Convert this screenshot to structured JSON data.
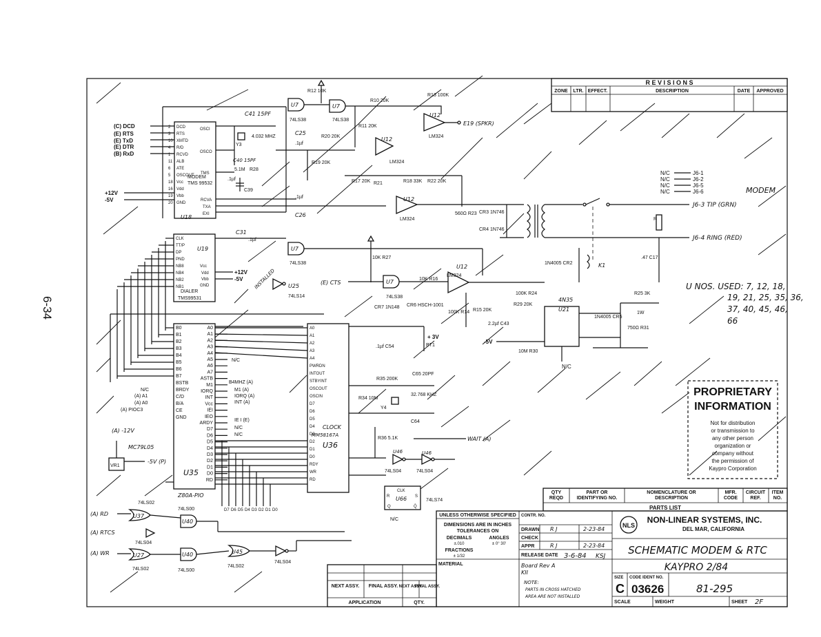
{
  "page_number": "6-34",
  "revisions": {
    "title": "R E V I S I O N S",
    "headers": [
      "ZONE",
      "LTR.",
      "EFFECT.",
      "DESCRIPTION",
      "DATE",
      "APPROVED"
    ]
  },
  "parts_list": {
    "title": "PARTS LIST",
    "headers": [
      "QTY\nREQD",
      "PART OR\nIDENTIFYING NO.",
      "NOMENCLATURE OR\nDESCRIPTION",
      "MFR.\nCODE",
      "CIRCUIT\nREF.",
      "ITEM\nNO."
    ]
  },
  "title_block": {
    "company": "NON-LINEAR SYSTEMS, INC.",
    "location": "DEL MAR, CALIFORNIA",
    "logo_text": "NLS",
    "spec_header": "UNLESS OTHERWISE SPECIFIED",
    "dim_note": "DIMENSIONS ARE IN INCHES",
    "tol_note": "TOLERANCES ON",
    "decimals_label": "DECIMALS",
    "decimals_value": "±.010",
    "angles_label": "ANGLES",
    "angles_value": "± 0° 30'",
    "fractions_label": "FRACTIONS",
    "fractions_value": "± 1/32",
    "material_label": "MATERIAL",
    "contr_label": "CONTR.\nNO.",
    "drawn_label": "DRAWN",
    "drawn_by": "R J",
    "drawn_date": "2-23-84",
    "check_label": "CHECK",
    "appr_label": "APPR",
    "appr_by": "R J",
    "appr_date": "2-23-84",
    "release_label": "RELEASE DATE",
    "release_date": "3-6-84",
    "release_init": "KSJ",
    "drawing_title": "SCHEMATIC MODEM & RTC",
    "product": "KAYPRO 2/84",
    "size_label": "SIZE",
    "size": "C",
    "code_ident_label": "CODE IDENT NO.",
    "code_ident": "03626",
    "drawing_no": "81-295",
    "scale_label": "SCALE",
    "weight_label": "WEIGHT",
    "sheet_label": "SHEET",
    "sheet_value": "2F",
    "board_note": "Board Rev A",
    "board_sub": "KII",
    "note_label": "NOTE:",
    "note_line1": "PARTS IN CROSS HATCHED",
    "note_line2": "AREA ARE NOT INSTALLED"
  },
  "application_block": {
    "next_assy": "NEXT\nASSY.",
    "final_assy": "FINAL\nASSY.",
    "next2": "NEXT\nASSY.",
    "final2": "FINAL\nASSY.",
    "application": "APPLICATION",
    "qty": "QTY."
  },
  "proprietary": {
    "title1": "PROPRIETARY",
    "title2": "INFORMATION",
    "lines": [
      "Not for distribution",
      "or transmission to",
      "any other person",
      "organization or",
      "company without",
      "the permission of",
      "Kaypro Corporation"
    ]
  },
  "unused_note": {
    "line1": "U NOS. USED: 7, 12, 18,",
    "line2": "19, 21, 25, 35, 36,",
    "line3": "37, 40, 45, 46,",
    "line4": "66"
  },
  "modem_connector": {
    "title": "MODEM",
    "pins": [
      {
        "nc": "N/C",
        "pin": "J6-1"
      },
      {
        "nc": "N/C",
        "pin": "J6-2"
      },
      {
        "nc": "N/C",
        "pin": "J6-5"
      },
      {
        "nc": "N/C",
        "pin": "J6-6"
      }
    ],
    "tip": "J6-3   TIP (GRN)",
    "ring": "J6-4   RING (RED)"
  },
  "chips": {
    "u18": {
      "ref": "U18",
      "part": "TMS 99532",
      "sub": "MODEM",
      "left_pins": [
        "DCD",
        "RTS",
        "XMTD",
        "R/D",
        "RCVD",
        "ALB",
        "ATE",
        "OSCOUT",
        "Vcc",
        "Vdd",
        "Vbb",
        "GND"
      ],
      "left_nums": [
        "2",
        "3",
        "10",
        "4",
        "1",
        "11",
        "6",
        "5",
        "18",
        "16",
        "19",
        "20"
      ],
      "right_pins": [
        "OSCI",
        "OSCO",
        "TMS",
        "RCVA",
        "TXA",
        "EXI"
      ]
    },
    "u19": {
      "ref": "U19",
      "part": "TMS99531",
      "sub": "DIALER",
      "left_pins": [
        "CLK",
        "TT/P",
        "DP",
        "PND",
        "NB8",
        "NB4",
        "NB2",
        "NB1"
      ],
      "right_pins": [
        "Vcc",
        "Vdd",
        "Vbb",
        "GND"
      ]
    },
    "u35": {
      "ref": "U35",
      "part": "Z80A-PIO",
      "left_pins": [
        "B0",
        "B1",
        "B2",
        "B3",
        "B4",
        "B5",
        "B6",
        "B7",
        "BSTB",
        "BRDY",
        "C/D",
        "B/A",
        "CE",
        "GND"
      ],
      "right_pins": [
        "A0",
        "A1",
        "A2",
        "A3",
        "A4",
        "A5",
        "A6",
        "A7",
        "ASTB",
        "M1",
        "IORQ",
        "INT",
        "Vcc",
        "IEI",
        "IEO",
        "ARDY",
        "D7",
        "D6",
        "D5",
        "D4",
        "D3",
        "D2",
        "D1",
        "D0",
        "RD"
      ]
    },
    "u36": {
      "ref": "U36",
      "part": "MM58167A",
      "sub": "CLOCK",
      "left_pins": [
        "A0",
        "A1",
        "A2",
        "A3",
        "A4",
        "PWRDN",
        "INTOUT",
        "STBYINT",
        "OSCOUT",
        "OSCIN",
        "D7",
        "D6",
        "D5",
        "D4",
        "D3",
        "D2",
        "D1",
        "D0",
        "RDY",
        "WR",
        "RD"
      ]
    },
    "u21": {
      "ref": "U21",
      "part": "4N35"
    },
    "u66": {
      "ref": "U66",
      "pins": [
        "CLK",
        "R",
        "S",
        "Q",
        "Q̄"
      ]
    }
  },
  "labels": {
    "u7a": "74LS38",
    "u7b": "74LS38",
    "u7c": "74LS38",
    "u7d": "74LS38",
    "u12a": "LM324",
    "u12b": "LM324",
    "u12c": "LM324",
    "u12d": "LM324",
    "u25": "U25",
    "u25_part": "74LS14",
    "u37": "U37",
    "u37_part": "74LS02",
    "u40a": "U40",
    "u40b": "U40",
    "u40_part": "74LS00",
    "u27": "U27",
    "u27_part": "74LS02",
    "u45": "U45",
    "u45_part": "74LS02",
    "u46": "U46",
    "u46_part": "74LS04",
    "u66_part": "74LS74",
    "vr1": "VR1",
    "vr1_part": "MC79L05",
    "installed": "INSTALLED",
    "xtal1": "4.032 MHZ",
    "xtal2": "32.768 KHZ",
    "spkr": "E19  (SPKR)",
    "cts": "(E)  CTS",
    "wait": "WAIT  (A)",
    "plus12": "+12V",
    "minus5": "-5V",
    "plus12b": "+12V",
    "minus5b": "-5V",
    "minus12": "(A) -12V",
    "minus5p": "-5V (P)",
    "plus3v": "+ 3V",
    "minus5c": "-5V",
    "nc": "N/C",
    "ie_e": "IE I (E)",
    "b4mhz": "B4MHZ (A)",
    "m1a": "M1 (A)",
    "iorqa": "IORQ (A)",
    "inta": "INT (A)",
    "a1": "(A) A1",
    "a0": "(A) A0",
    "pioc3": "(A) PIOC3",
    "nc2": "N/C",
    "rd_in": "(A) RD",
    "rtcs": "(A) RTCS",
    "wr_in": "(A) WR",
    "sig_dcd": "(C)  DCD",
    "sig_rts": "(E)  RTS",
    "sig_txd": "(E)  TxD",
    "sig_dtr": "(E)  DTR",
    "sig_rxd": "(B)  RxD"
  },
  "components": {
    "c41": "C41 15PF",
    "c40": "C40 15PF",
    "y3": "Y3",
    "c39": "C39",
    "c39v": ".1µf",
    "r28": "R28",
    "r28v": "5.1M",
    "r12": "R12 10K",
    "r10": "R10 20K",
    "r13": "R13 100K",
    "r11": "R11 20K",
    "c25": "C25",
    "c25v": ".1µf",
    "r20": "R20 20K",
    "r19": "R19 20K",
    "r17": "R17 20K",
    "r21": "R21",
    "r18": "R18 33K",
    "r22": "R22 20K",
    "c26": "C26",
    "c26v": ".1µf",
    "c31": "C31",
    "c31v": ".1µf",
    "r23": "560Ω R23",
    "cr3": "CR3 1N746",
    "cr4": "CR4 1N746",
    "r9": "R9",
    "c17": ".47 C17",
    "k1": "K1",
    "cr2": "1N4005 CR2",
    "r27": "10K R27",
    "r16": "10K R16",
    "r14": "100K R14",
    "r15": "R15 20K",
    "r24": "100K R24",
    "r29": "R29 20K",
    "c43": "2.2µf C43",
    "r30": "10M R30",
    "r25": "R25 3K",
    "r26": "1W",
    "cr5": "1N4005 CR5",
    "r31": "750Ω R31",
    "cr7": "CR7 1N148",
    "cr6": "CR6 HSCH-1001",
    "c54": ".1µf C54",
    "bt1": "BT1",
    "c65": "C65 20PF",
    "r35": "R35 200K",
    "r34": "R34 10M",
    "y4": "Y4",
    "c64": "C64",
    "r36": "R36 5.1K",
    "bus_bits": "D7 D6 D5 D4 D3 D2 D1 D0"
  }
}
